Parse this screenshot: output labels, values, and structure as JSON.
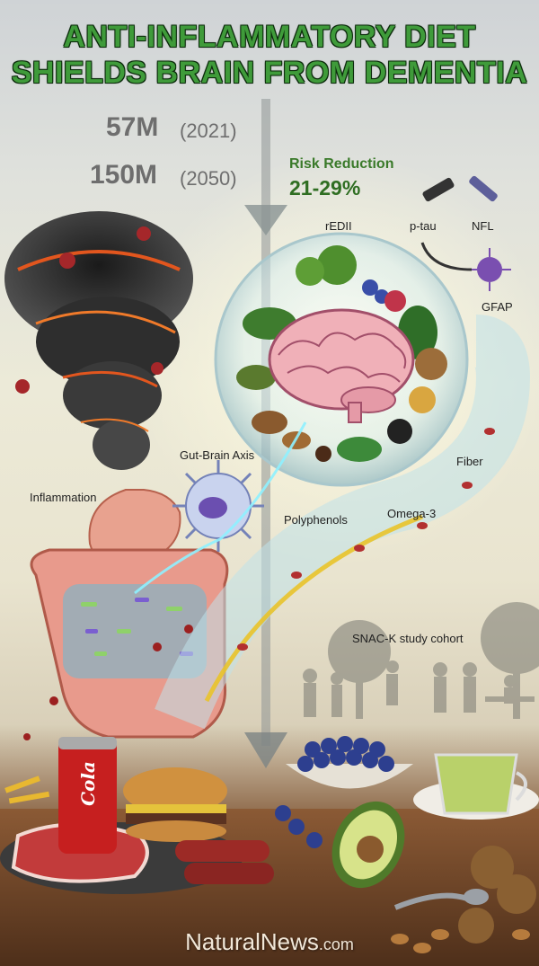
{
  "title": {
    "line1": "ANTI-INFLAMMATORY DIET",
    "line2": "SHIELDS BRAIN FROM DEMENTIA"
  },
  "stats": [
    {
      "value": "57M",
      "year": "(2021)"
    },
    {
      "value": "150M",
      "year": "(2050)"
    }
  ],
  "risk": {
    "label": "Risk Reduction",
    "value": "21-29%"
  },
  "labels": {
    "redii": "rEDII",
    "ptau": "p-tau",
    "nfl": "NFL",
    "gfap": "GFAP",
    "gut_brain_axis": "Gut-Brain Axis",
    "inflammation": "Inflammation",
    "polyphenols": "Polyphenols",
    "omega3": "Omega-3",
    "fiber": "Fiber",
    "cohort": "SNAC-K study cohort"
  },
  "can_text": "Cola",
  "footer": {
    "brand": "NaturalNews",
    "domain": ".com"
  },
  "colors": {
    "title_green": "#3f9b3a",
    "risk_green": "#2f6e22",
    "stat_gray": "#6e6e6e",
    "inflammation_red": "#c0392b"
  }
}
